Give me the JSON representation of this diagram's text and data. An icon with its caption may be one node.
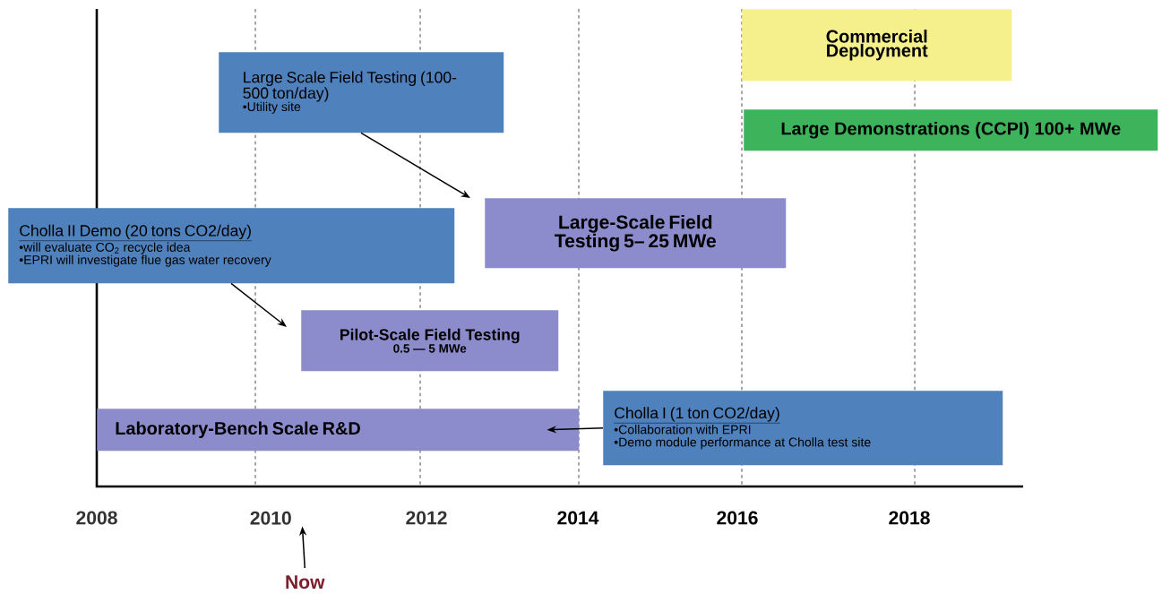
{
  "diagram": {
    "nodes": [
      {
        "text": [
          "Large Scale Field Testing (100- 500 ton/day)",
          "•Utility site"
        ]
      },
      {
        "text": [
          "Commercial Deployment"
        ]
      },
      {
        "text": [
          "Large Demonstrations (CCPI) 100+ MWe"
        ]
      },
      {
        "text": [
          "Cholla II Demo (20 tons CO2/day)",
          "•will evaluate CO$_{2}$ recycle idea",
          "•EPRI will  investigate flue gas water recovery"
        ]
      },
      {
        "text": [
          "Large-Scale Field Testing 5– 25 MWe"
        ]
      },
      {
        "text": [
          "Pilot-Scale Field Testing",
          "0.5 — 5 MWe"
        ]
      },
      {
        "text": [
          "Cholla I (1 ton CO2/day)",
          "•Collaboration with EPRI",
          "•Demo module performance at Cholla test site"
        ]
      },
      {
        "text": [
          "Laboratory-Bench Scale R&D"
        ]
      },
      {
        "text": [
          "Now"
        ]
      },
      {
        "text": [
          "2010"
        ]
      }
    ],
    "edges": [
      {
        "from": 0,
        "to": 4,
        "arrow": "to"
      },
      {
        "from": 3,
        "to": 5,
        "arrow": "to"
      },
      {
        "from": 6,
        "to": 7,
        "arrow": "to"
      },
      {
        "from": 8,
        "to": 9,
        "arrow": "to"
      }
    ],
    "labels": [
      "2008",
      "2012",
      "2014",
      "2016",
      "2018"
    ]
  }
}
